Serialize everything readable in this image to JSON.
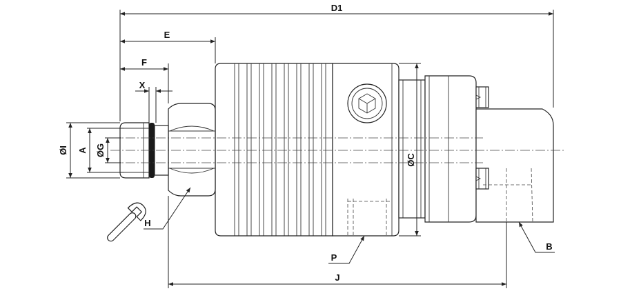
{
  "diagram": {
    "labels": {
      "D1": "D1",
      "E": "E",
      "F": "F",
      "X": "X",
      "I": "ØI",
      "A": "A",
      "G": "ØG",
      "C": "ØC",
      "H": "H",
      "P": "P",
      "B": "B",
      "J": "J"
    },
    "icons": [
      "wrench-icon",
      "hex-socket-icon"
    ]
  }
}
